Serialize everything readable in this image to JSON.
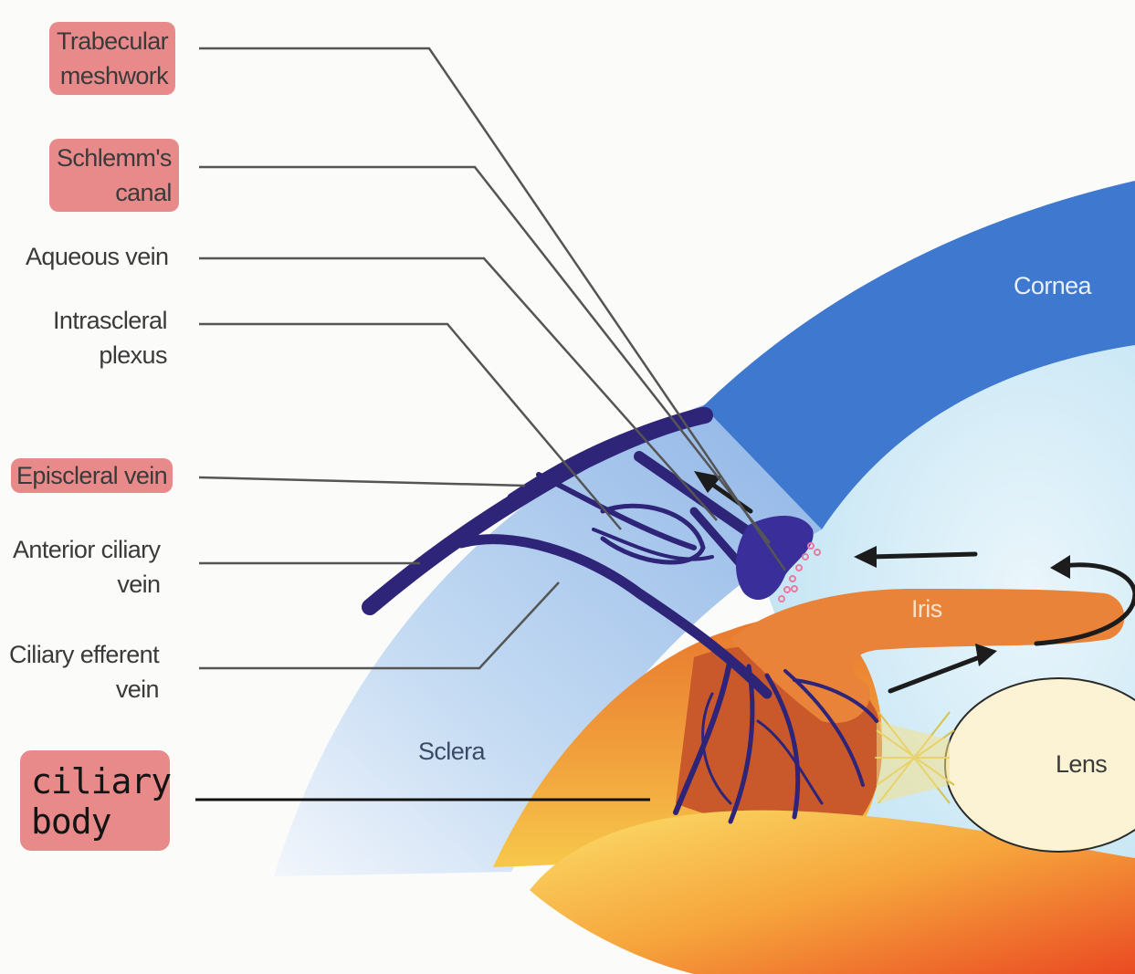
{
  "labels": {
    "trabecular": [
      "Trabecular",
      "meshwork"
    ],
    "schlemm": [
      "Schlemm's",
      "canal"
    ],
    "aqueous_vein": "Aqueous vein",
    "intrascleral": [
      "Intrascleral",
      "plexus"
    ],
    "episcleral": "Episcleral vein",
    "anterior_ciliary": [
      "Anterior ciliary",
      "vein"
    ],
    "ciliary_efferent": [
      "Ciliary efferent",
      "vein"
    ],
    "ciliary_body": [
      "ciliary",
      "body"
    ]
  },
  "regions": {
    "cornea": "Cornea",
    "iris": "Iris",
    "sclera": "Sclera",
    "lens": "Lens"
  },
  "highlighted_labels": [
    "Trabecular meshwork",
    "Schlemm's canal",
    "Episcleral vein",
    "ciliary body"
  ],
  "colors": {
    "highlight": "#e98a8a",
    "cornea": "#3e78cf",
    "sclera": "#a8c8ec",
    "iris": "#e9833a",
    "ciliary_body": "#e2702a",
    "veins": "#2e2478",
    "lens": "#fbf3d4",
    "anterior_chamber": "#d9eef8"
  }
}
